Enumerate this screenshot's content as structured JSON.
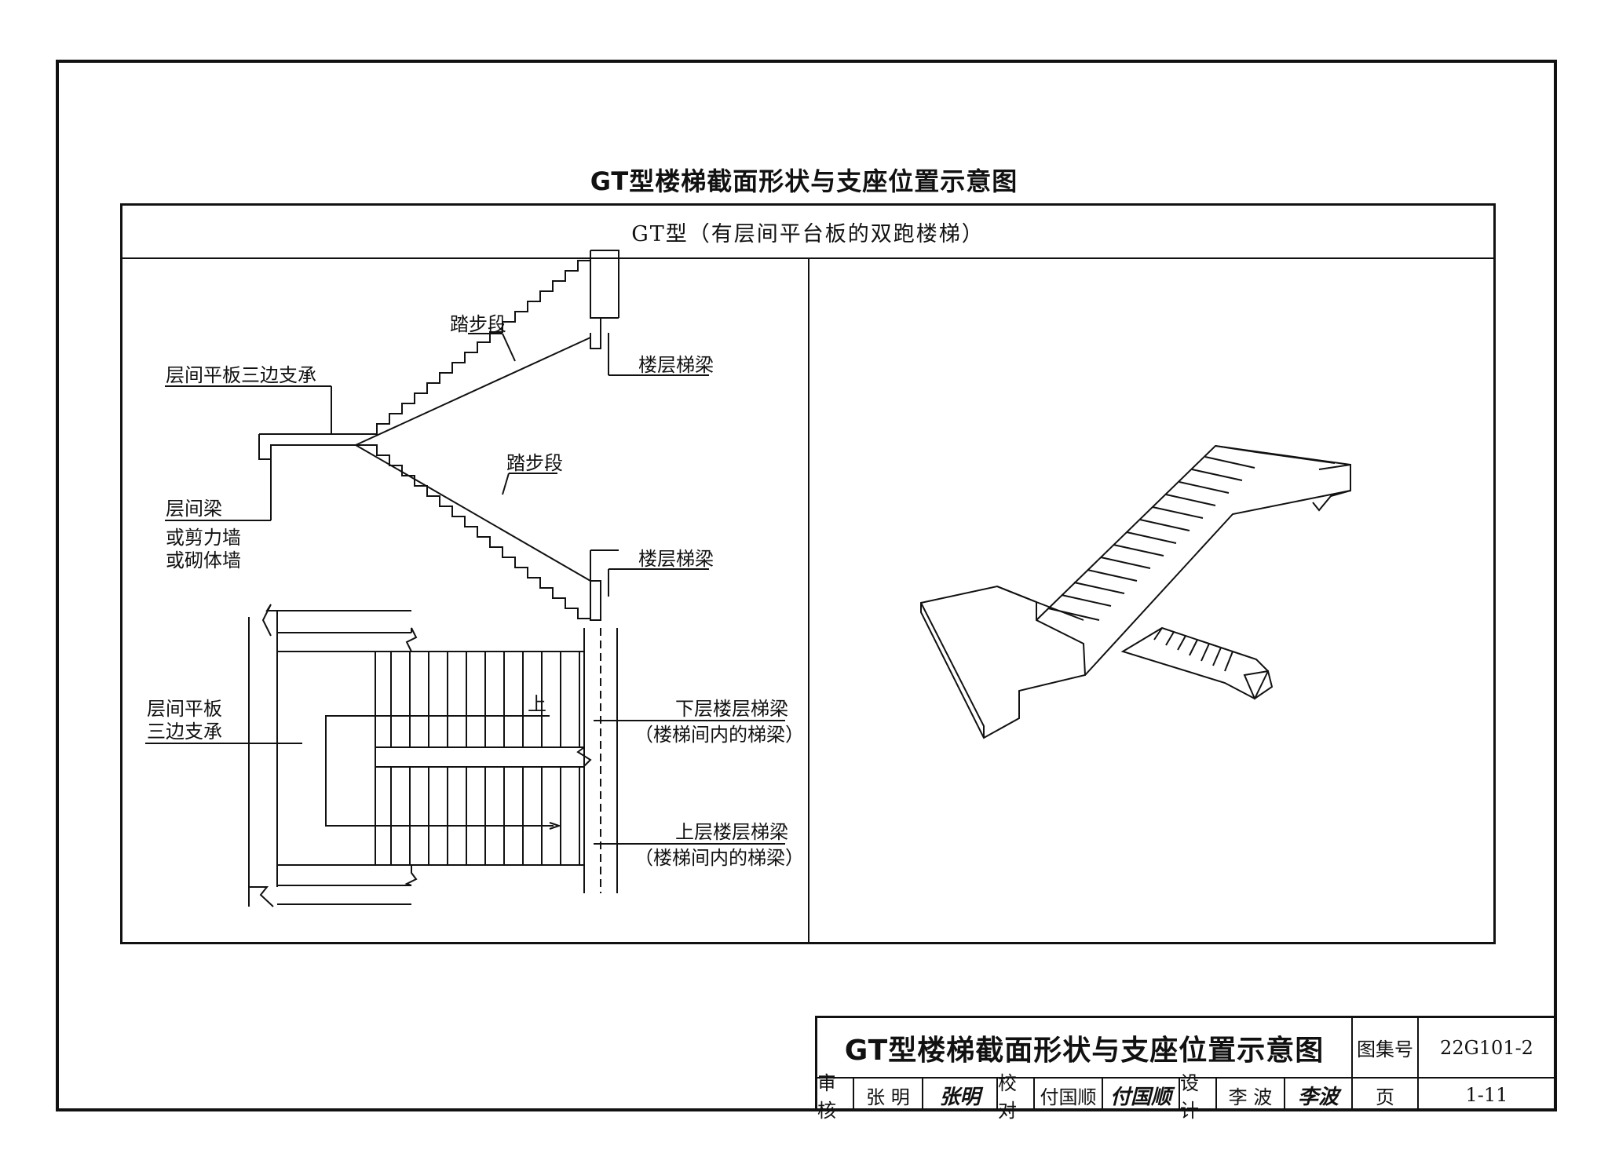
{
  "page_title": "GT型楼梯截面形状与支座位置示意图",
  "table_header": "GT型（有层间平台板的双跑楼梯）",
  "section_labels": {
    "tread_upper": "踏步段",
    "floor_beam_upper": "楼层梯梁",
    "landing_three_side": "层间平板三边支承",
    "tread_lower": "踏步段",
    "landing_beam": "层间梁",
    "shear_wall": "或剪力墙",
    "masonry_wall": "或砌体墙",
    "floor_beam_lower": "楼层梯梁"
  },
  "plan_labels": {
    "landing_line1": "层间平板",
    "landing_line2": "三边支承",
    "up_arrow": "上",
    "lower_beam": "下层楼层梯梁",
    "lower_beam_note": "（楼梯间内的梯梁）",
    "upper_beam": "上层楼层梯梁",
    "upper_beam_note": "（楼梯间内的梯梁）"
  },
  "title_block": {
    "title": "GT型楼梯截面形状与支座位置示意图",
    "atlas_label": "图集号",
    "atlas_no": "22G101-2",
    "review_label": "审核",
    "reviewer": "张 明",
    "reviewer_sig": "张明",
    "check_label": "校对",
    "checker": "付国顺",
    "checker_sig": "付国顺",
    "design_label": "设计",
    "designer": "李 波",
    "designer_sig": "李波",
    "page_label": "页",
    "page_no": "1-11"
  }
}
